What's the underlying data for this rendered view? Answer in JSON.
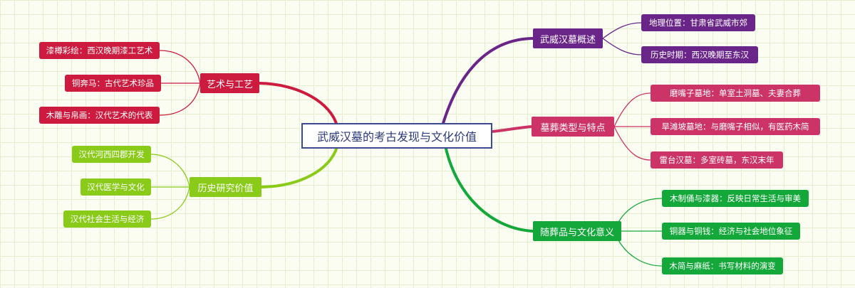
{
  "root": {
    "label": "武威汉墓的考古发现与文化价值"
  },
  "branches": [
    {
      "label": "武威汉墓概述",
      "color": "#6a2589",
      "children": [
        "地理位置：甘肃省武威市郊",
        "历史时期：西汉晚期至东汉"
      ]
    },
    {
      "label": "墓葬类型与特点",
      "color": "#cc3366",
      "children": [
        "磨嘴子墓地：单室土洞墓、夫妻合葬",
        "旱滩坡墓地：与磨嘴子相似，有医药木简",
        "雷台汉墓：多室砖墓，东汉末年"
      ]
    },
    {
      "label": "随葬品与文化意义",
      "color": "#14a83b",
      "children": [
        "木制俑与漆器：反映日常生活与审美",
        "铜器与铜钱：经济与社会地位象征",
        "木简与麻纸：书写材料的演变"
      ]
    },
    {
      "label": "艺术与工艺",
      "color": "#cc1b3e",
      "children": [
        "漆樽彩绘：西汉晚期漆工艺术",
        "铜奔马：古代艺术珍品",
        "木雕与帛画：汉代艺术的代表"
      ]
    },
    {
      "label": "历史研究价值",
      "color": "#8acb1a",
      "children": [
        "汉代河西四郡开发",
        "汉代医学与文化",
        "汉代社会生活与经济"
      ]
    }
  ]
}
